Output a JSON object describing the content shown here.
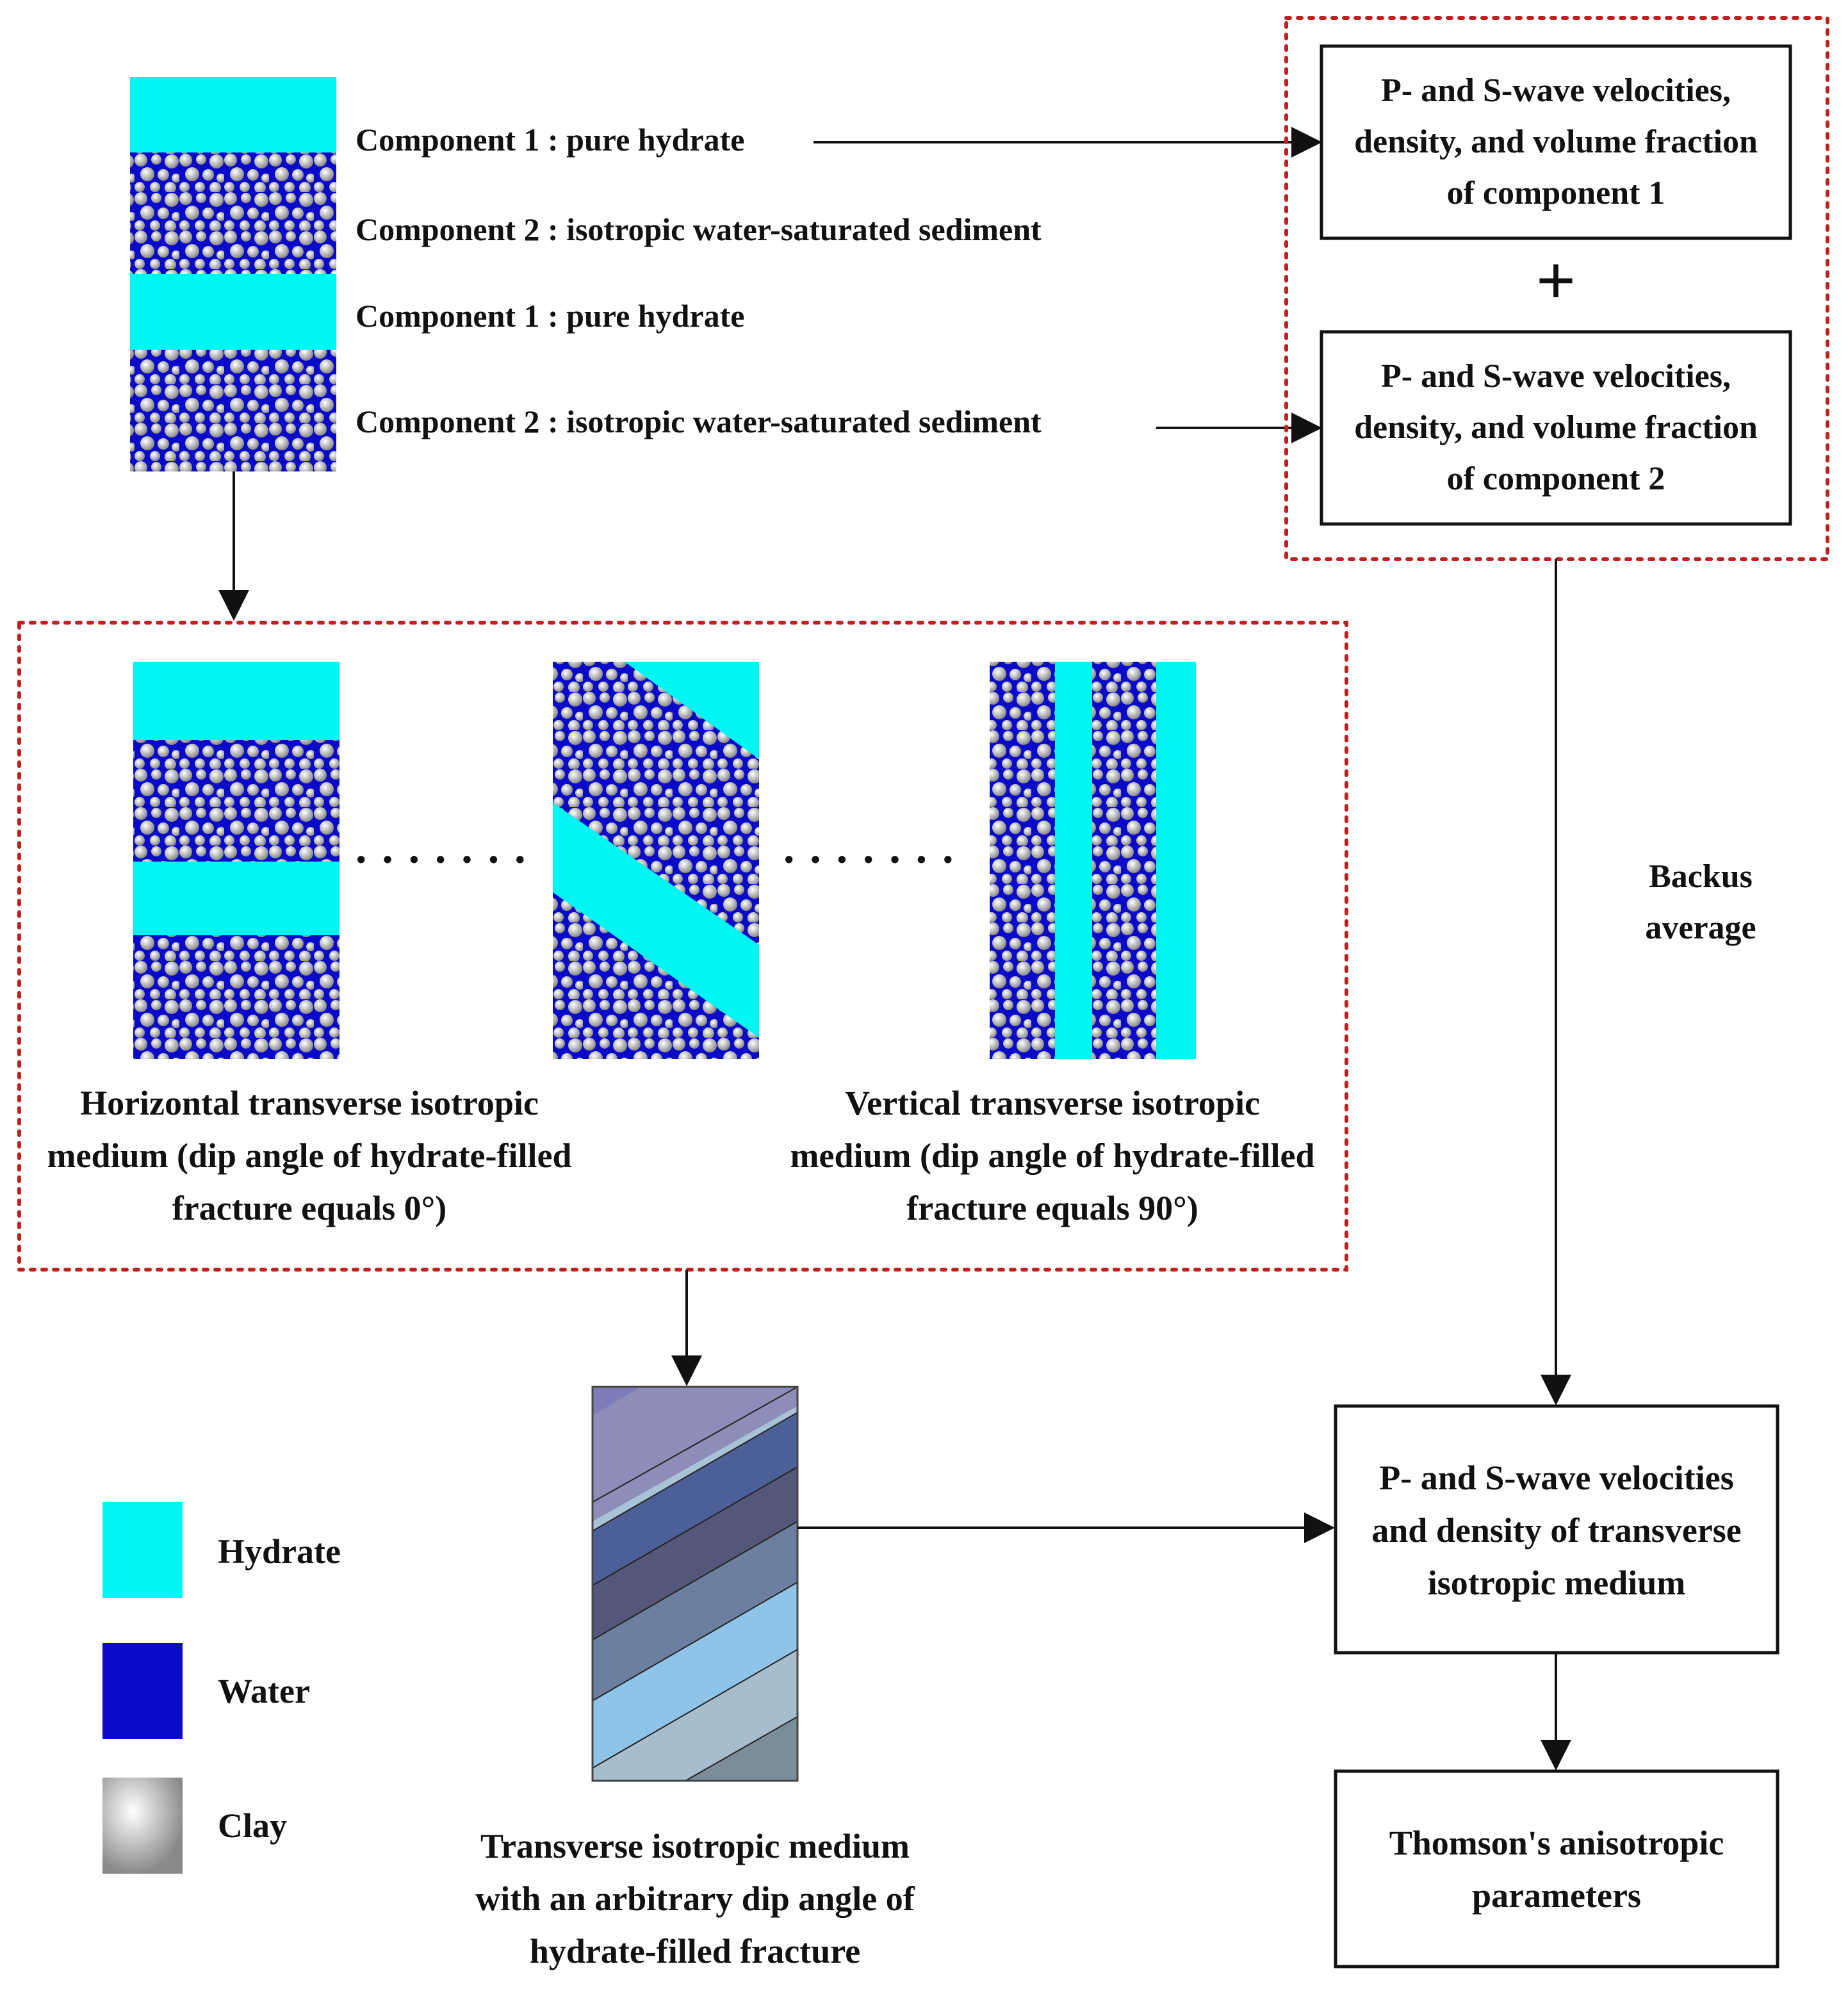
{
  "colors": {
    "hydrate": "#00f5f5",
    "water": "#0a0ac8",
    "clay_light": "#ffffff",
    "clay_dark": "#8a8a8a",
    "dotted_border": "#c02020",
    "line": "#111111"
  },
  "top_components": [
    {
      "label": "Component 1 : pure hydrate"
    },
    {
      "label": "Component 2 : isotropic water-saturated sediment"
    },
    {
      "label": "Component 1 : pure hydrate"
    },
    {
      "label": "Component 2 : isotropic water-saturated sediment"
    }
  ],
  "component_box_1": {
    "lines": [
      "P- and S-wave velocities,",
      "density, and volume fraction",
      "of component 1"
    ]
  },
  "plus_sign": "+",
  "component_box_2": {
    "lines": [
      "P- and S-wave velocities,",
      "density, and volume fraction",
      "of component 2"
    ]
  },
  "media": {
    "horizontal_caption": [
      "Horizontal transverse isotropic",
      "medium (dip angle of hydrate-filled",
      "fracture equals 0°)"
    ],
    "vertical_caption": [
      "Vertical transverse isotropic",
      "medium (dip angle of hydrate-filled",
      "fracture equals 90°)"
    ],
    "ellipsis": "·······"
  },
  "backus_label": [
    "Backus",
    "average"
  ],
  "arbitrary_caption": [
    "Transverse isotropic medium",
    "with an arbitrary dip angle of",
    "hydrate-filled fracture"
  ],
  "ti_box": {
    "lines": [
      "P- and S-wave velocities",
      "and density of transverse",
      "isotropic medium"
    ]
  },
  "thomsen_box": {
    "lines": [
      "Thomson's anisotropic",
      "parameters"
    ]
  },
  "legend": [
    {
      "label": "Hydrate"
    },
    {
      "label": "Water"
    },
    {
      "label": "Clay"
    }
  ]
}
